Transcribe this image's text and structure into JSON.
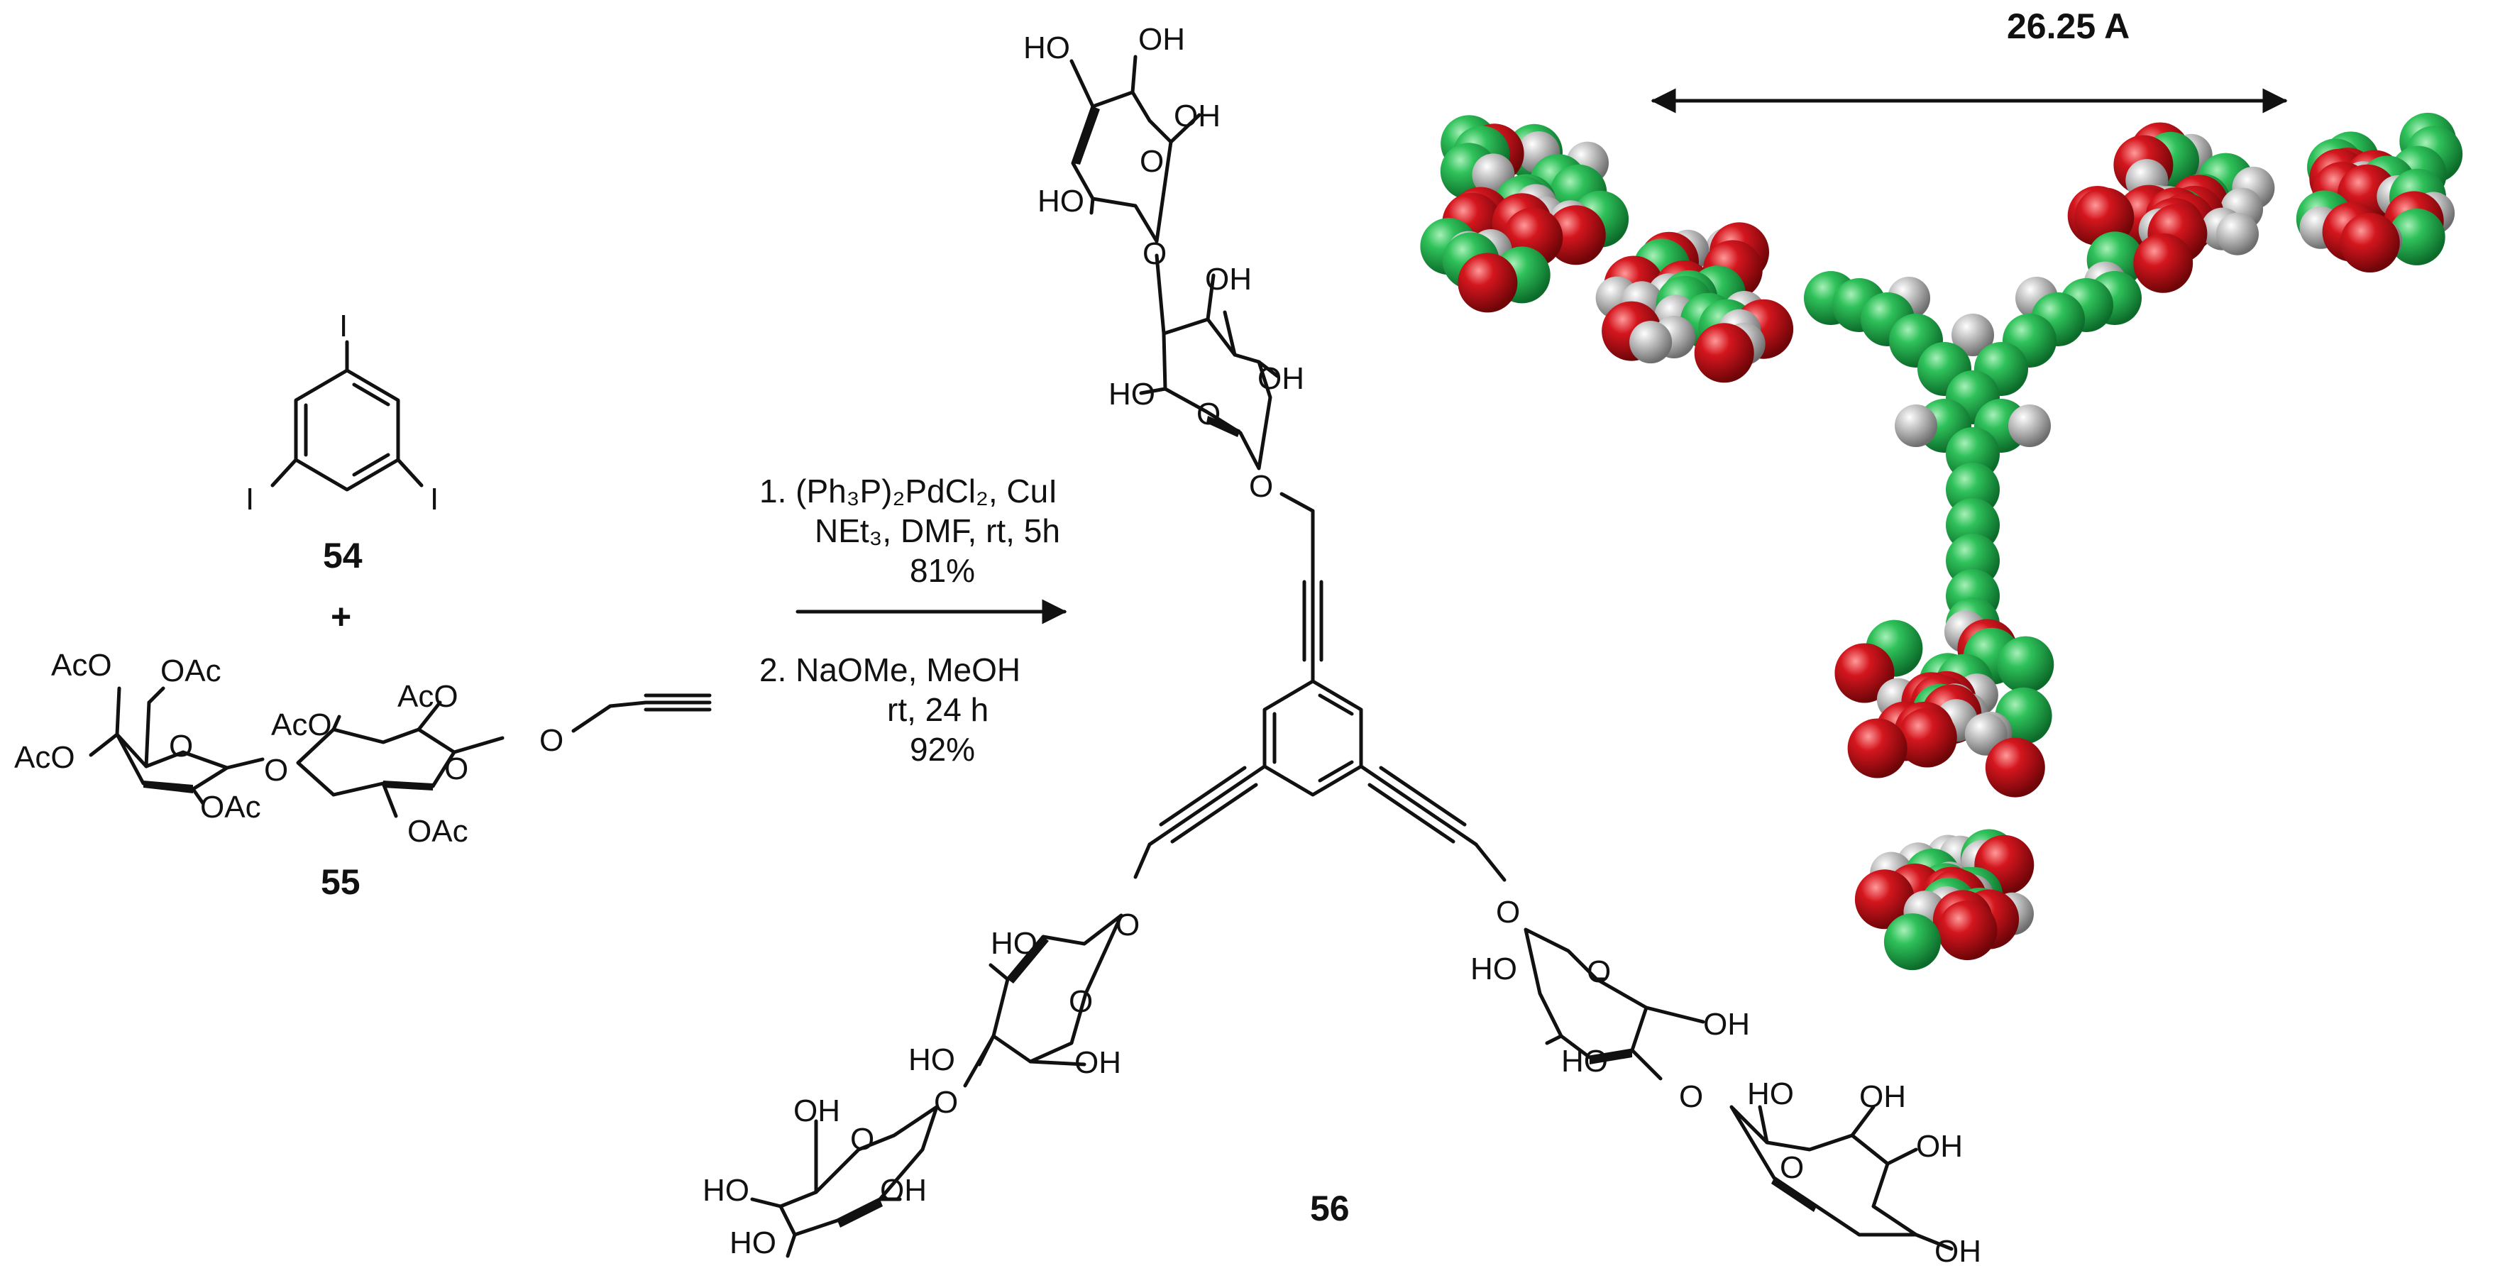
{
  "compounds": {
    "triiodide": {
      "number": "54",
      "substituent": "I"
    },
    "plus_sign": "+",
    "alkyne_sugar": {
      "number": "55",
      "acetate": "OAc",
      "acetate_prefix": "AcO",
      "ring_o": "O"
    },
    "product": {
      "number": "56",
      "hydroxyl": "OH",
      "hydroxyl_prefix": "HO",
      "ring_o": "O"
    }
  },
  "conditions": {
    "step1_line1": "1.  (Ph₃P)₂PdCl₂, CuI",
    "step1_line2": "NEt₃, DMF, rt, 5h",
    "step1_yield": "81%",
    "step2_line1": "2.  NaOMe, MeOH",
    "step2_line2": "rt, 24 h",
    "step2_yield": "92%"
  },
  "measurement": {
    "label": "26.25 A"
  },
  "colors": {
    "carbon": "#1fb04a",
    "oxygen": "#c8161d",
    "hydrogen": "#b4b4b4",
    "ink": "#111111"
  }
}
